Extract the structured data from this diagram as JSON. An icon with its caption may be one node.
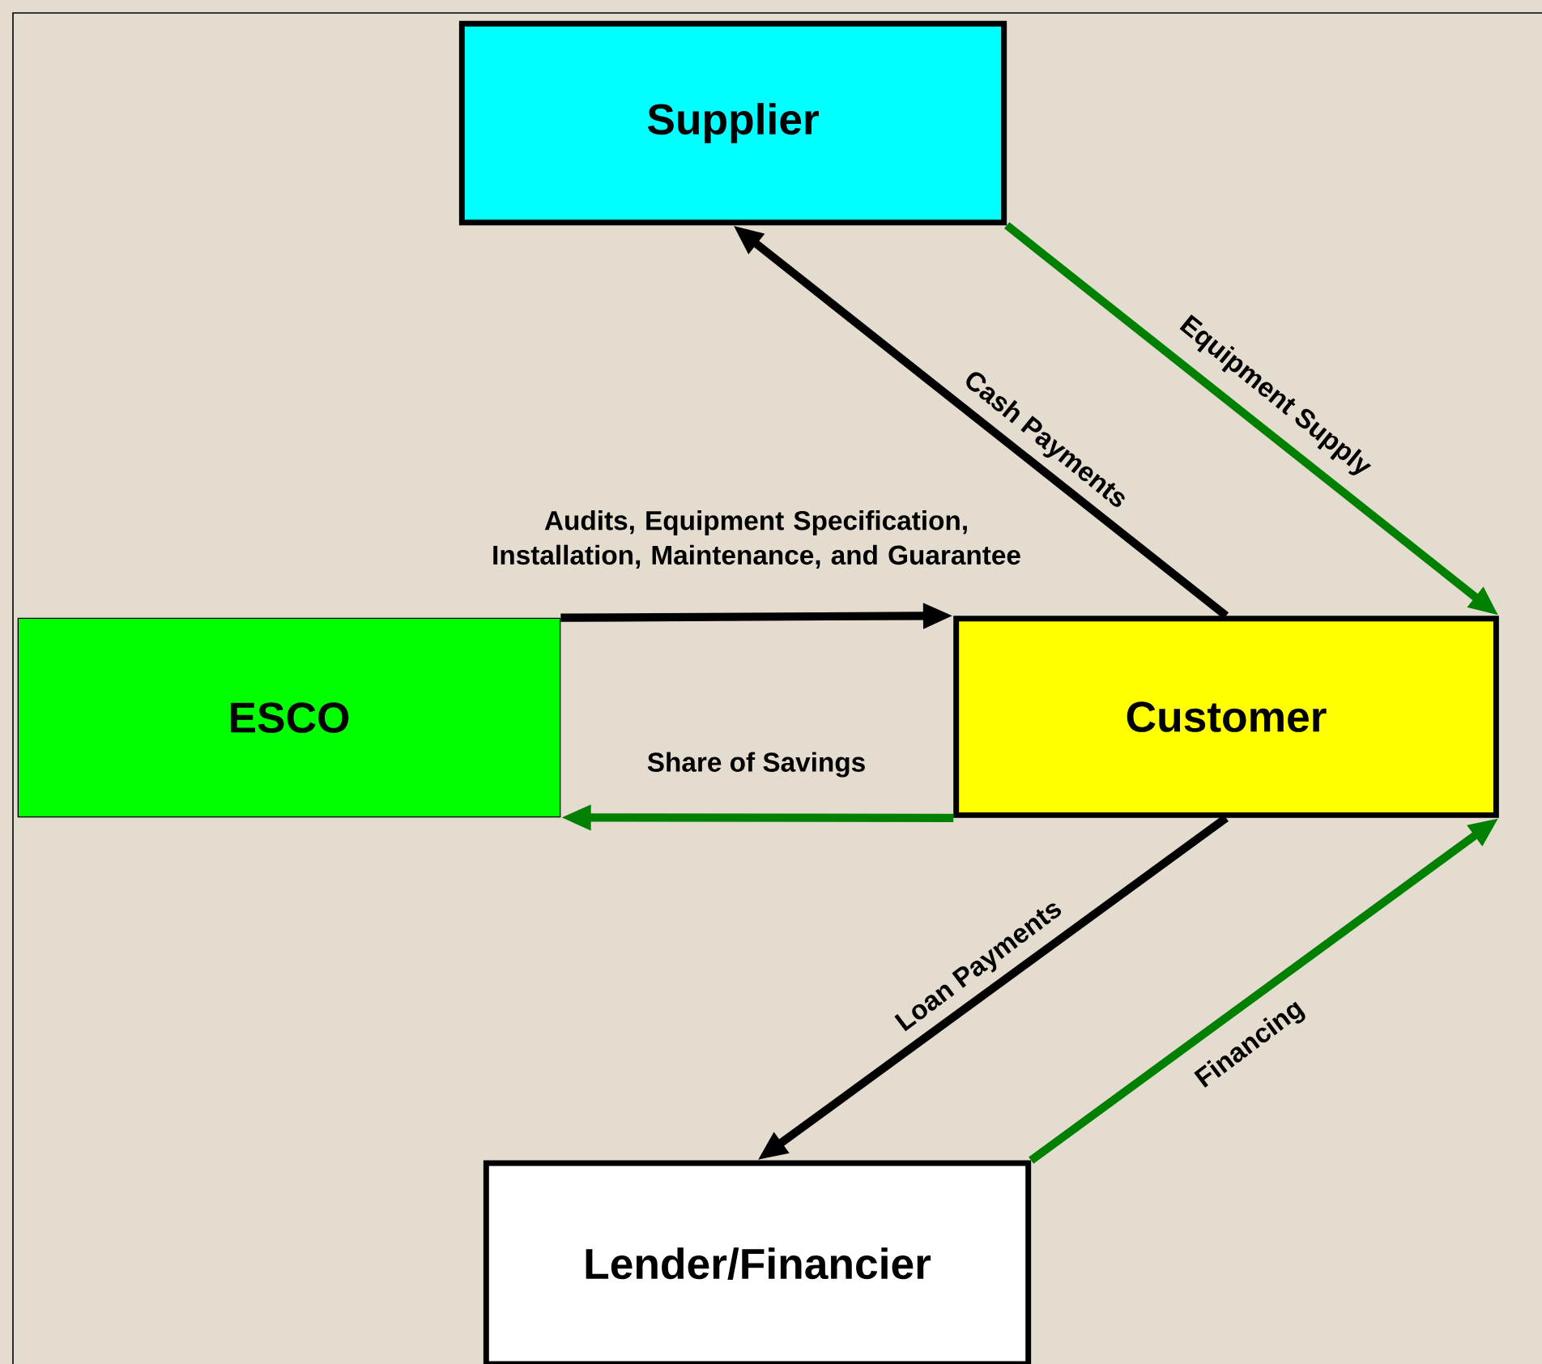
{
  "diagram": {
    "nodes": [
      {
        "text": [
          "Supplier"
        ]
      },
      {
        "text": [
          "ESCO"
        ]
      },
      {
        "text": [
          "Customer"
        ]
      },
      {
        "text": [
          "Lender/Financier"
        ]
      }
    ],
    "edges": [
      {
        "from": 2,
        "to": 0,
        "arrow": "to",
        "label": "Cash Payments"
      },
      {
        "from": 0,
        "to": 2,
        "arrow": "to",
        "label": "Equipment Supply",
        "color": "#008000"
      },
      {
        "from": 1,
        "to": 2,
        "arrow": "to",
        "label": "Audits, Equipment Specification, Installation, Maintenance, and Guarantee"
      },
      {
        "from": 2,
        "to": 1,
        "arrow": "to",
        "label": "Share of Savings",
        "color": "#008000"
      },
      {
        "from": 2,
        "to": 3,
        "arrow": "to",
        "label": "Loan Payments"
      },
      {
        "from": 3,
        "to": 2,
        "arrow": "to",
        "label": "Financing",
        "color": "#008000"
      }
    ]
  }
}
